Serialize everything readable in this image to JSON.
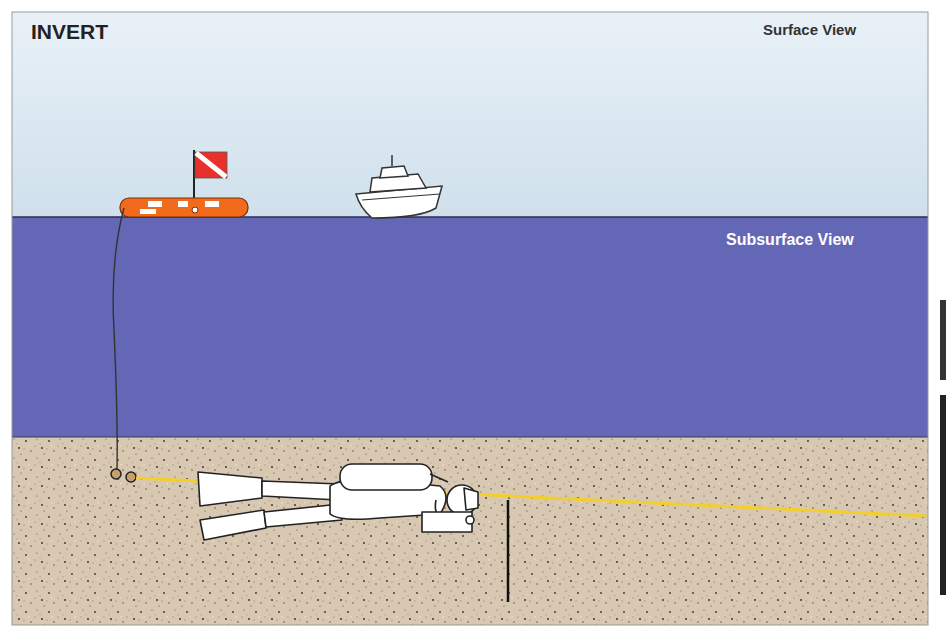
{
  "diagram": {
    "title": "INVERT",
    "labels": [
      "Surface View",
      "Subsurface View"
    ]
  }
}
